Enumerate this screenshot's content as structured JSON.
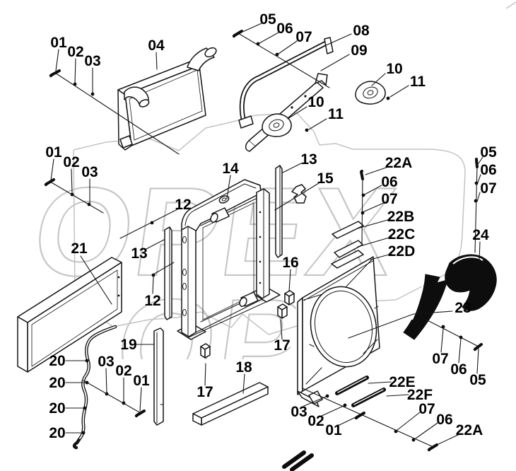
{
  "watermark": "ОРЕХ",
  "labels": [
    "01",
    "02",
    "03",
    "04",
    "05",
    "06",
    "07",
    "08",
    "09",
    "10",
    "11",
    "10",
    "11",
    "13",
    "14",
    "15",
    "22A",
    "06",
    "07",
    "22B",
    "22C",
    "22D",
    "05",
    "06",
    "07",
    "24",
    "01",
    "02",
    "03",
    "12",
    "21",
    "13",
    "12",
    "16",
    "23",
    "19",
    "20",
    "20",
    "20",
    "20",
    "03",
    "02",
    "01",
    "17",
    "17",
    "18",
    "07",
    "06",
    "05",
    "03",
    "02",
    "01",
    "22E",
    "22F",
    "07",
    "06",
    "22A"
  ]
}
